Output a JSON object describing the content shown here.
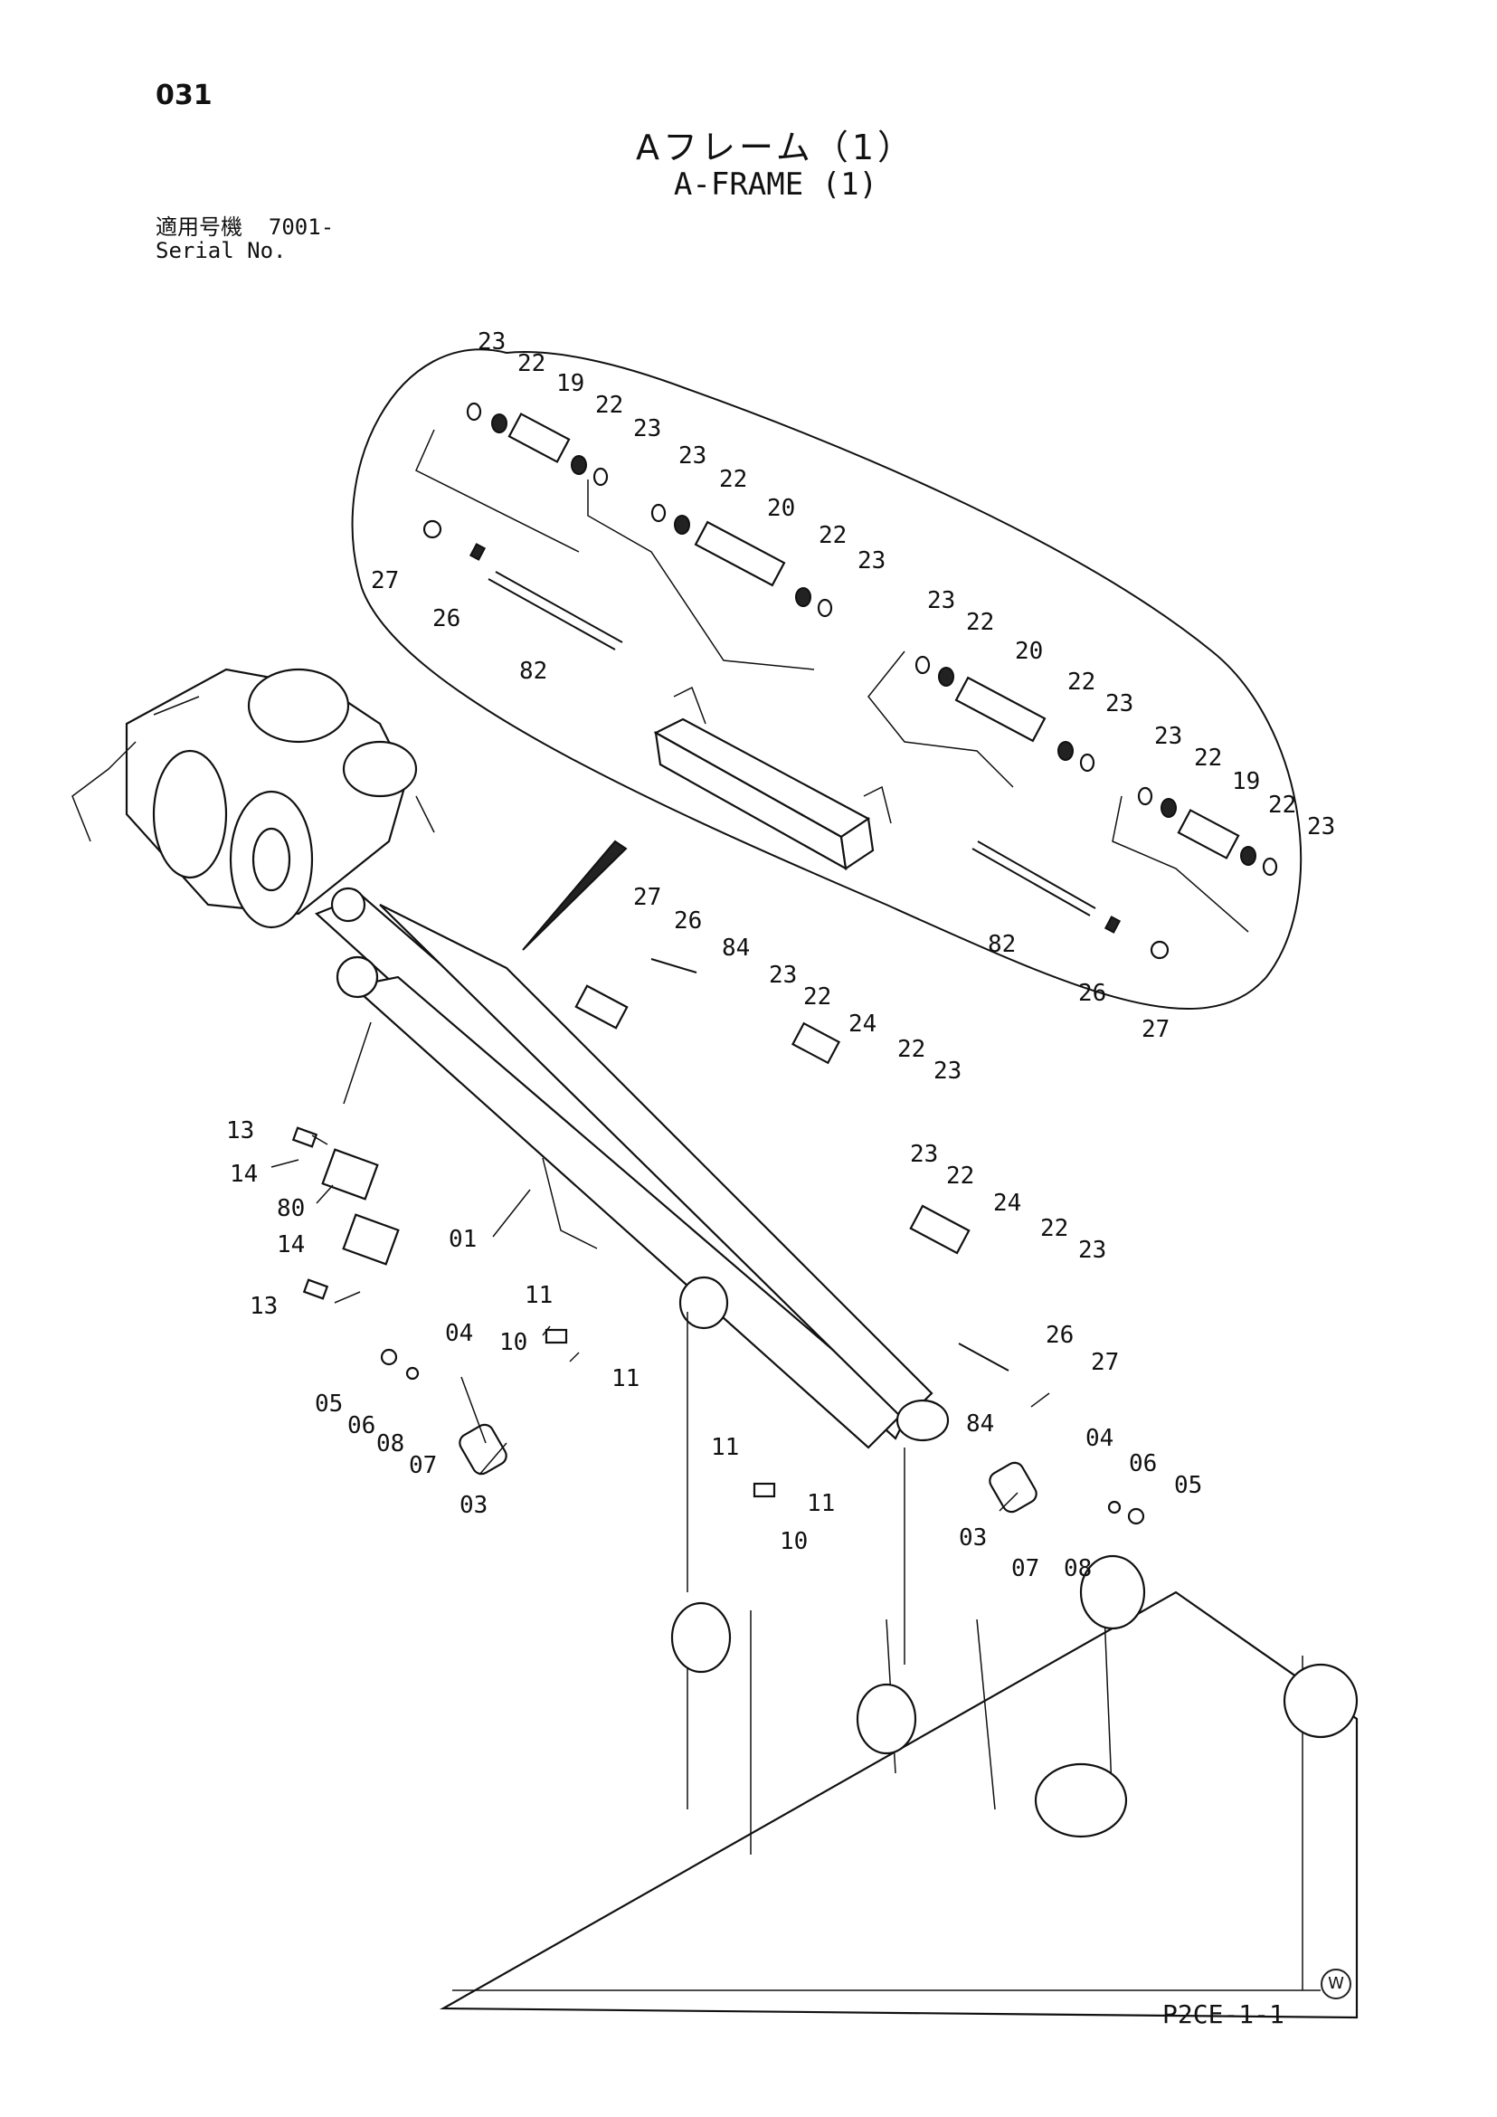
{
  "page_number": "031",
  "title_jp": "Aフレーム（1）",
  "title_en": "A-FRAME (1)",
  "serial": {
    "label_jp": "適用号機",
    "value": "7001-",
    "label_en": "Serial No."
  },
  "drawing_code": "P2CE-1-1",
  "watermark": "W",
  "part_labels": {
    "l01": "01",
    "l03a": "03",
    "l03b": "03",
    "l04a": "04",
    "l04b": "04",
    "l05a": "05",
    "l05b": "05",
    "l06a": "06",
    "l06b": "06",
    "l07a": "07",
    "l07b": "07",
    "l08a": "08",
    "l08b": "08",
    "l10a": "10",
    "l10b": "10",
    "l11a": "11",
    "l11b": "11",
    "l11c": "11",
    "l11d": "11",
    "l13a": "13",
    "l13b": "13",
    "l14a": "14",
    "l14b": "14",
    "l80": "80",
    "l19a": "19",
    "l19b": "19",
    "l20a": "20",
    "l20b": "20",
    "l22a": "22",
    "l22b": "22",
    "l22c": "22",
    "l22d": "22",
    "l22e": "22",
    "l22f": "22",
    "l22g": "22",
    "l22h": "22",
    "l22i": "22",
    "l22j": "22",
    "l22k": "22",
    "l22l": "22",
    "l23a": "23",
    "l23b": "23",
    "l23c": "23",
    "l23d": "23",
    "l23e": "23",
    "l23f": "23",
    "l23g": "23",
    "l23h": "23",
    "l23i": "23",
    "l23j": "23",
    "l23k": "23",
    "l23l": "23",
    "l24a": "24",
    "l24b": "24",
    "l26a": "26",
    "l26b": "26",
    "l26c": "26",
    "l26d": "26",
    "l27a": "27",
    "l27b": "27",
    "l27c": "27",
    "l27d": "27",
    "l82a": "82",
    "l82b": "82",
    "l84a": "84",
    "l84b": "84"
  }
}
